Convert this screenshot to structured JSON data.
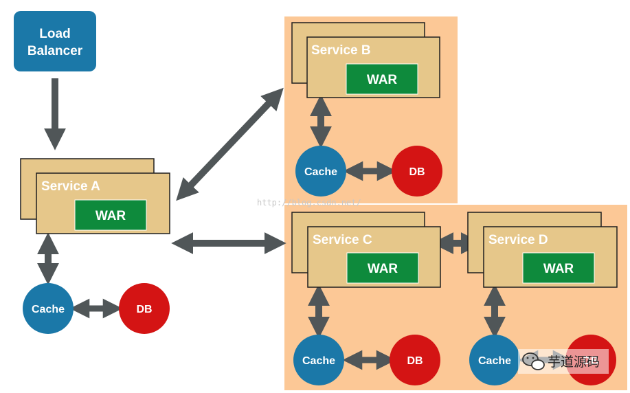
{
  "load_balancer": {
    "line1": "Load",
    "line2": "Balancer"
  },
  "services": {
    "a": {
      "name": "Service A",
      "artifact": "WAR",
      "cache": "Cache",
      "db": "DB"
    },
    "b": {
      "name": "Service B",
      "artifact": "WAR",
      "cache": "Cache",
      "db": "DB"
    },
    "c": {
      "name": "Service C",
      "artifact": "WAR",
      "cache": "Cache",
      "db": "DB"
    },
    "d": {
      "name": "Service D",
      "artifact": "WAR",
      "cache": "Cache",
      "db": "DB"
    }
  },
  "watermark": "http://blog.csdn.net/",
  "brand": {
    "name": "芋道源码",
    "icon": "wechat-icon"
  },
  "colors": {
    "load_balancer": "#1b78a8",
    "service_box": "#e6c78a",
    "war": "#0e8a3c",
    "cache": "#1b78a8",
    "db": "#d41414",
    "region": "#fcc896",
    "arrow": "#505658"
  }
}
